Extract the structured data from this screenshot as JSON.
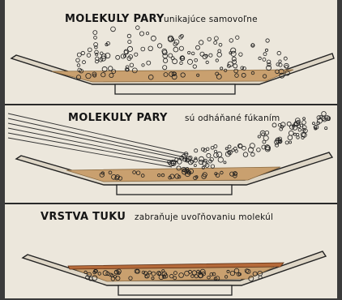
{
  "panels": [
    {
      "heading": "MOLEKULY PARY",
      "caption": "unikajúce samovoľne"
    },
    {
      "heading": "MOLEKULY PARY",
      "caption": "sú odháňané fúkaním"
    },
    {
      "heading": "VRSTVA TUKU",
      "caption": "zabraňuje uvoľňovaniu molekúl"
    }
  ],
  "colors": {
    "paper": "#ece7dc",
    "ink": "#151515",
    "liquid": "#c9a06f",
    "fat_layer": "#b56a3a",
    "frame": "#3b3b3b"
  }
}
